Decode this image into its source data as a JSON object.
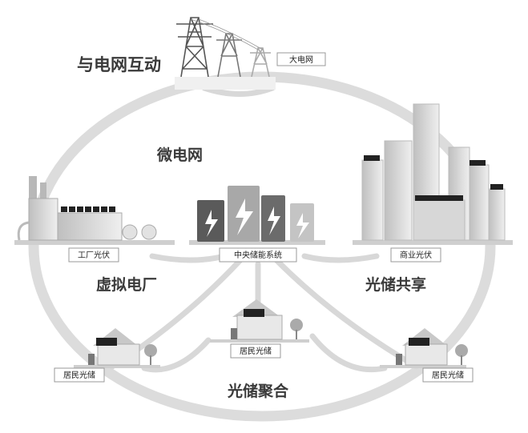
{
  "labels": {
    "grid_interaction": "与电网互动",
    "big_grid": "大电网",
    "microgrid": "微电网",
    "factory_pv": "工厂光伏",
    "central_storage": "中央储能系统",
    "commercial_pv": "商业光伏",
    "virtual_plant": "虚拟电厂",
    "pv_storage_sharing": "光储共享",
    "resident_center": "居民光储",
    "resident_left": "居民光储",
    "resident_right": "居民光储",
    "pv_storage_aggregation": "光储聚合"
  }
}
